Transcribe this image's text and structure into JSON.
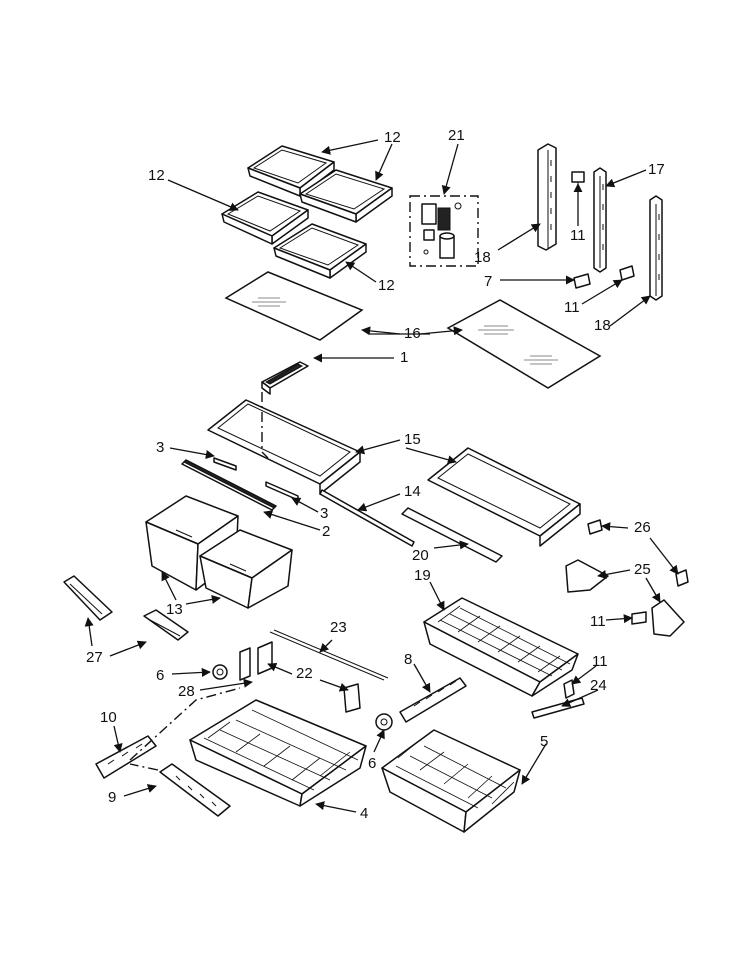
{
  "diagram": {
    "callouts": [
      "1",
      "2",
      "3",
      "3",
      "4",
      "5",
      "6",
      "6",
      "7",
      "8",
      "9",
      "10",
      "11",
      "11",
      "11",
      "11",
      "12",
      "12",
      "12",
      "12",
      "13",
      "13",
      "14",
      "15",
      "15",
      "16",
      "16",
      "17",
      "18",
      "18",
      "19",
      "20",
      "21",
      "22",
      "22",
      "23",
      "24",
      "25",
      "26",
      "27",
      "27",
      "28"
    ]
  }
}
